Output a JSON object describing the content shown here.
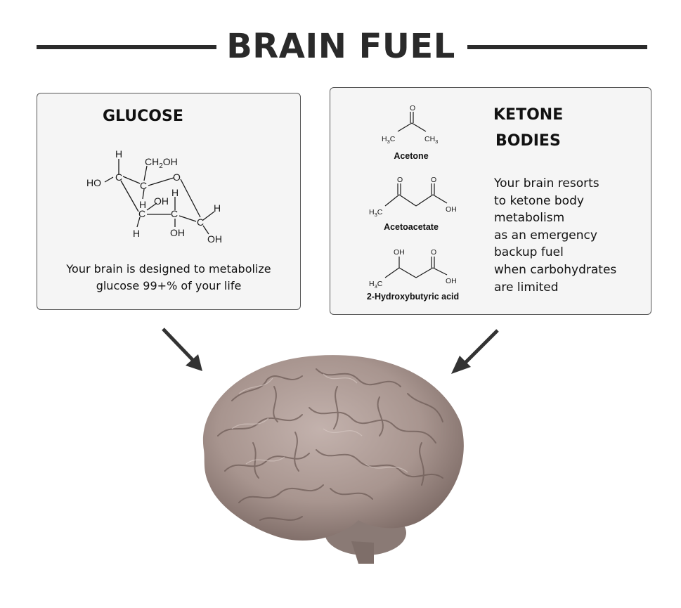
{
  "title": "BRAIN FUEL",
  "glucose_panel": {
    "heading": "GLUCOSE",
    "description_lines": [
      "Your brain is designed to metabolize",
      "glucose 99+% of your life"
    ],
    "structure_labels": {
      "h_top": "H",
      "ch2oh": "CH",
      "ch2oh_sub": "2",
      "ch2oh_tail": "OH",
      "ho_left": "HO",
      "ring_o": "O",
      "c1": "C",
      "c2": "C",
      "c3": "C",
      "c4": "C",
      "c5": "C",
      "h_c2": "H",
      "oh_c3": "OH",
      "h_c4": "H",
      "h_c5": "H",
      "h_c3": "H",
      "oh_c4": "OH",
      "oh_c5": "OH",
      "h_right": "H"
    }
  },
  "ketone_panel": {
    "heading_lines": [
      "KETONE",
      "BODIES"
    ],
    "description_lines": [
      "Your brain resorts",
      "to ketone body",
      "metabolism",
      "as an emergency",
      "backup fuel",
      "when carbohydrates",
      "are limited"
    ],
    "molecules": [
      {
        "name": "Acetone",
        "labels": {
          "o": "O",
          "left": "H",
          "left_sub": "3",
          "left_tail": "C",
          "right": "CH",
          "right_sub": "3"
        }
      },
      {
        "name": "Acetoacetate",
        "labels": {
          "o1": "O",
          "o2": "O",
          "left": "H",
          "left_sub": "3",
          "left_tail": "C",
          "oh": "OH"
        }
      },
      {
        "name": "2-Hydroxybutyric acid",
        "labels": {
          "oh_top": "OH",
          "o": "O",
          "left": "H",
          "left_sub": "3",
          "left_tail": "C",
          "oh": "OH"
        }
      }
    ]
  },
  "arrows": [
    "left-arrow",
    "right-arrow"
  ],
  "colors": {
    "rule": "#2b2b2b",
    "panel_bg": "#f5f5f5",
    "panel_border": "#555555",
    "brain": "#a8958f"
  }
}
